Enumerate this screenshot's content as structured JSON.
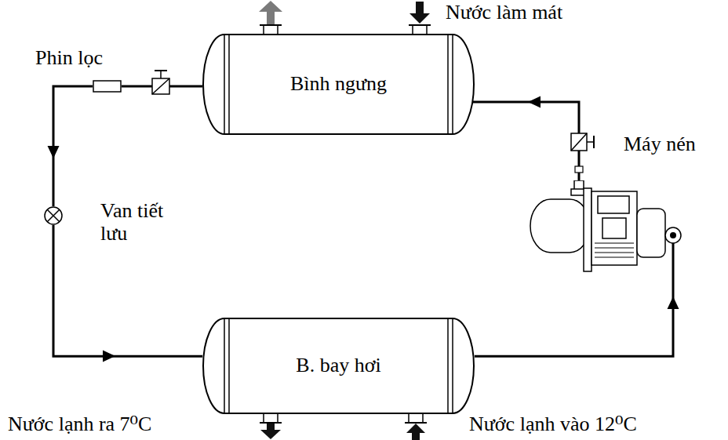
{
  "diagram": {
    "nodes": [
      {
        "text": [
          "Bình ngưng"
        ]
      },
      {
        "text": [
          "Phin lọc"
        ]
      },
      {
        "text": [
          "Van tiết lưu"
        ]
      },
      {
        "text": [
          "B. bay hơi"
        ]
      },
      {
        "text": [
          "Máy nén"
        ]
      }
    ],
    "edges": [
      {
        "from": 0,
        "to": 1,
        "arrow": "none"
      },
      {
        "from": 1,
        "to": 2,
        "arrow": "to"
      },
      {
        "from": 2,
        "to": 3,
        "arrow": "to"
      },
      {
        "from": 3,
        "to": 4,
        "arrow": "to"
      },
      {
        "from": 4,
        "to": 0,
        "arrow": "to"
      }
    ],
    "labels": [
      "Nước làm mát",
      "Nước lạnh ra 7⁰C",
      "Nước lạnh vào 12⁰C"
    ]
  }
}
